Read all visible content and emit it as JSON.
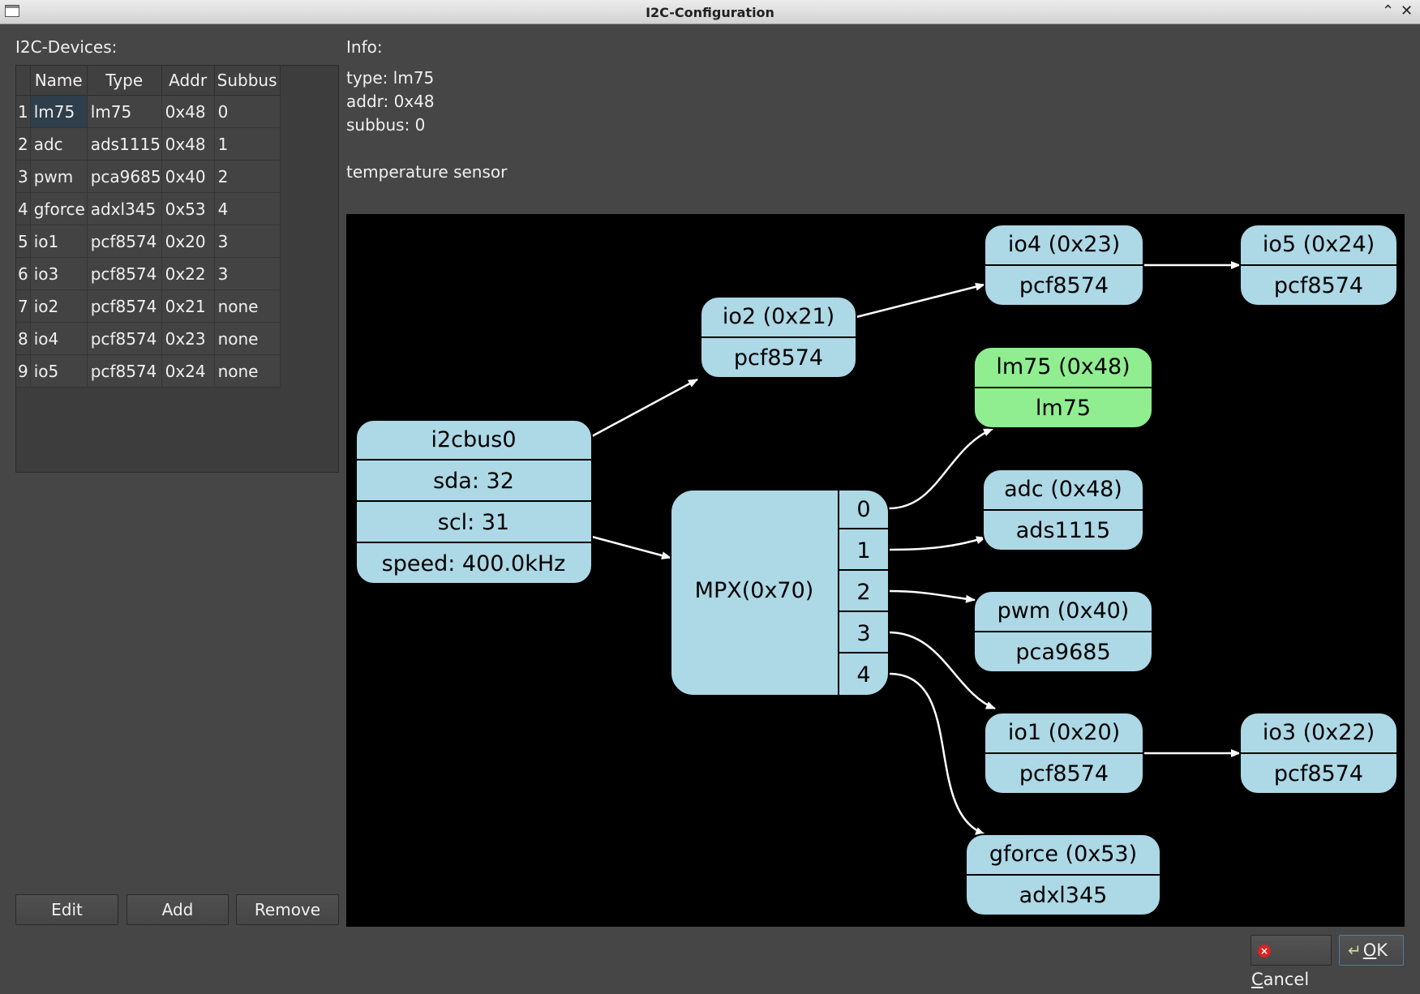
{
  "window": {
    "title": "I2C-Configuration",
    "minimize_glyph": "⌃",
    "close_glyph": "✕"
  },
  "devices_panel": {
    "label": "I2C-Devices:",
    "columns": [
      "Name",
      "Type",
      "Addr",
      "Subbus"
    ],
    "rows": [
      {
        "num": "1",
        "name": "lm75",
        "type": "lm75",
        "addr": "0x48",
        "subbus": "0"
      },
      {
        "num": "2",
        "name": "adc",
        "type": "ads1115",
        "addr": "0x48",
        "subbus": "1"
      },
      {
        "num": "3",
        "name": "pwm",
        "type": "pca9685",
        "addr": "0x40",
        "subbus": "2"
      },
      {
        "num": "4",
        "name": "gforce",
        "type": "adxl345",
        "addr": "0x53",
        "subbus": "4"
      },
      {
        "num": "5",
        "name": "io1",
        "type": "pcf8574",
        "addr": "0x20",
        "subbus": "3"
      },
      {
        "num": "6",
        "name": "io3",
        "type": "pcf8574",
        "addr": "0x22",
        "subbus": "3"
      },
      {
        "num": "7",
        "name": "io2",
        "type": "pcf8574",
        "addr": "0x21",
        "subbus": "none"
      },
      {
        "num": "8",
        "name": "io4",
        "type": "pcf8574",
        "addr": "0x23",
        "subbus": "none"
      },
      {
        "num": "9",
        "name": "io5",
        "type": "pcf8574",
        "addr": "0x24",
        "subbus": "none"
      }
    ],
    "selected_row": 0,
    "buttons": {
      "edit": "Edit",
      "add": "Add",
      "remove": "Remove"
    }
  },
  "info_panel": {
    "label": "Info:",
    "type_line": "type: lm75",
    "addr_line": "addr: 0x48",
    "subbus_line": "subbus: 0",
    "description": "temperature sensor"
  },
  "graph": {
    "bus": {
      "title": "i2cbus0",
      "sda": "sda: 32",
      "scl": "scl: 31",
      "speed": "speed: 400.0kHz"
    },
    "mpx": {
      "title": "MPX(0x70)",
      "ports": [
        "0",
        "1",
        "2",
        "3",
        "4"
      ]
    },
    "nodes": {
      "io2": {
        "title": "io2 (0x21)",
        "type": "pcf8574"
      },
      "io4": {
        "title": "io4 (0x23)",
        "type": "pcf8574"
      },
      "io5": {
        "title": "io5 (0x24)",
        "type": "pcf8574"
      },
      "lm75": {
        "title": "lm75 (0x48)",
        "type": "lm75"
      },
      "adc": {
        "title": "adc (0x48)",
        "type": "ads1115"
      },
      "pwm": {
        "title": "pwm (0x40)",
        "type": "pca9685"
      },
      "io1": {
        "title": "io1 (0x20)",
        "type": "pcf8574"
      },
      "io3": {
        "title": "io3 (0x22)",
        "type": "pcf8574"
      },
      "gforce": {
        "title": "gforce (0x53)",
        "type": "adxl345"
      }
    },
    "colors": {
      "node": "#add8e6",
      "selected_node": "#90ee90",
      "background": "#000000",
      "edge": "#ffffff"
    }
  },
  "dialog_buttons": {
    "cancel_mnemonic": "C",
    "cancel_rest": "ancel",
    "ok_mnemonic": "O",
    "ok_rest": "K"
  }
}
